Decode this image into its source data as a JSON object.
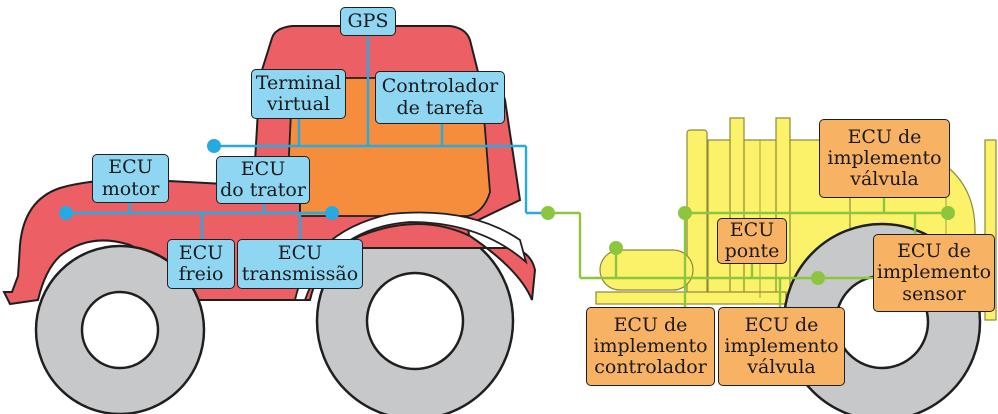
{
  "colors": {
    "tractor_body": "#ec5f64",
    "cab_interior": "#f58d3c",
    "implement": "#fbf26a",
    "tire": "#c7c8ca",
    "tractor_bus": "#27a9e1",
    "implement_bus": "#8cc63f",
    "tractor_label_bg": "#8fd6f2",
    "implement_label_bg": "#f7b264"
  },
  "tractor_labels": {
    "gps": "GPS",
    "terminal_line1": "Terminal",
    "terminal_line2": "virtual",
    "controller_line1": "Controlador",
    "controller_line2": "de tarefa",
    "engine_line1": "ECU",
    "engine_line2": "motor",
    "tractor_ecu_line1": "ECU",
    "tractor_ecu_line2": "do trator",
    "brake_line1": "ECU",
    "brake_line2": "freio",
    "transmission_line1": "ECU",
    "transmission_line2": "transmissão"
  },
  "implement_labels": {
    "valve_top_line1": "ECU de",
    "valve_top_line2": "implemento",
    "valve_top_line3": "válvula",
    "bridge_line1": "ECU",
    "bridge_line2": "ponte",
    "sensor_line1": "ECU de",
    "sensor_line2": "implemento",
    "sensor_line3": "sensor",
    "controller_line1": "ECU de",
    "controller_line2": "implemento",
    "controller_line3": "controlador",
    "valve_bottom_line1": "ECU de",
    "valve_bottom_line2": "implemento",
    "valve_bottom_line3": "válvula"
  }
}
